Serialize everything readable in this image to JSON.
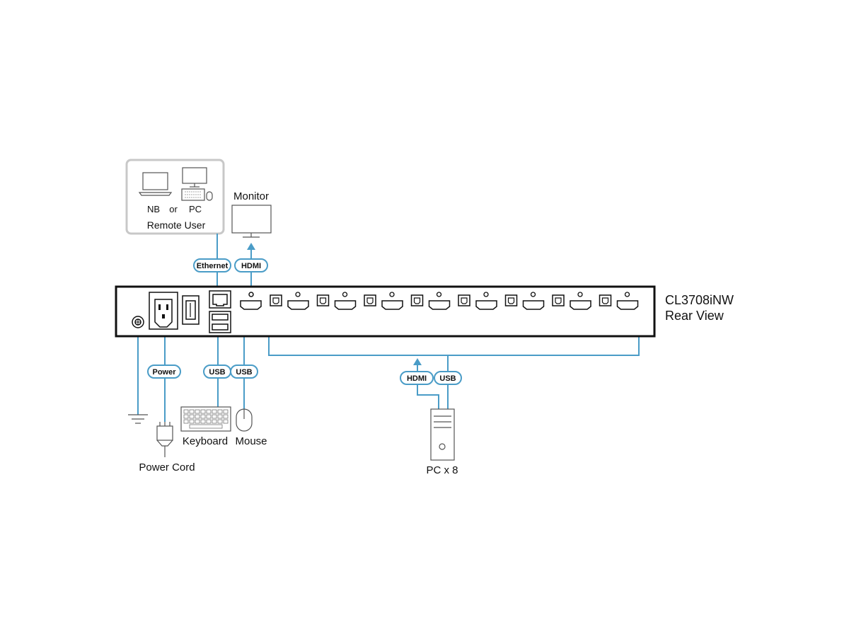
{
  "remote_user": {
    "nb_label": "NB",
    "or_label": "or",
    "pc_label": "PC",
    "title": "Remote User"
  },
  "monitor": {
    "label": "Monitor"
  },
  "device": {
    "model": "CL3708iNW",
    "view": "Rear View",
    "port_pair_count": 8
  },
  "connectors": {
    "ethernet": "Ethernet",
    "hdmi_top": "HDMI",
    "power": "Power",
    "usb_keyboard": "USB",
    "usb_mouse": "USB",
    "hdmi_pc": "HDMI",
    "usb_pc": "USB"
  },
  "peripherals": {
    "keyboard": "Keyboard",
    "mouse": "Mouse",
    "power_cord": "Power Cord",
    "pc": "PC x 8"
  },
  "colors": {
    "cable": "#4a9cc7",
    "device_outline": "#111111",
    "icon": "#555555"
  }
}
